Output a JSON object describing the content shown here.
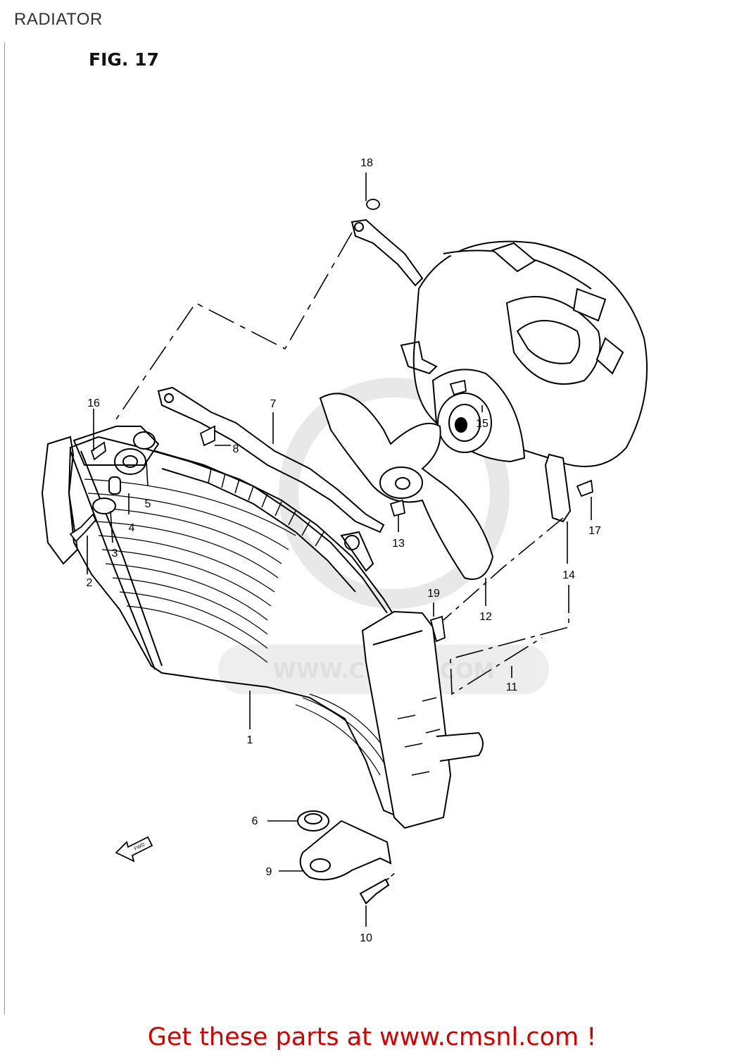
{
  "header": {
    "title": "RADIATOR",
    "figure": "FIG. 17"
  },
  "watermark": {
    "text": "WWW.CMSNL.COM"
  },
  "callouts": {
    "p1": "1",
    "p2": "2",
    "p3": "3",
    "p4": "4",
    "p5": "5",
    "p6": "6",
    "p7": "7",
    "p8": "8",
    "p9": "9",
    "p10": "10",
    "p11": "11",
    "p12": "12",
    "p13": "13",
    "p14": "14",
    "p15": "15",
    "p16": "16",
    "p17": "17",
    "p18": "18",
    "p19": "19"
  },
  "fwd_arrow": {
    "label": "FWD"
  },
  "footer": {
    "text": "Get these parts at www.cmsnl.com !",
    "color": "#d40000"
  }
}
